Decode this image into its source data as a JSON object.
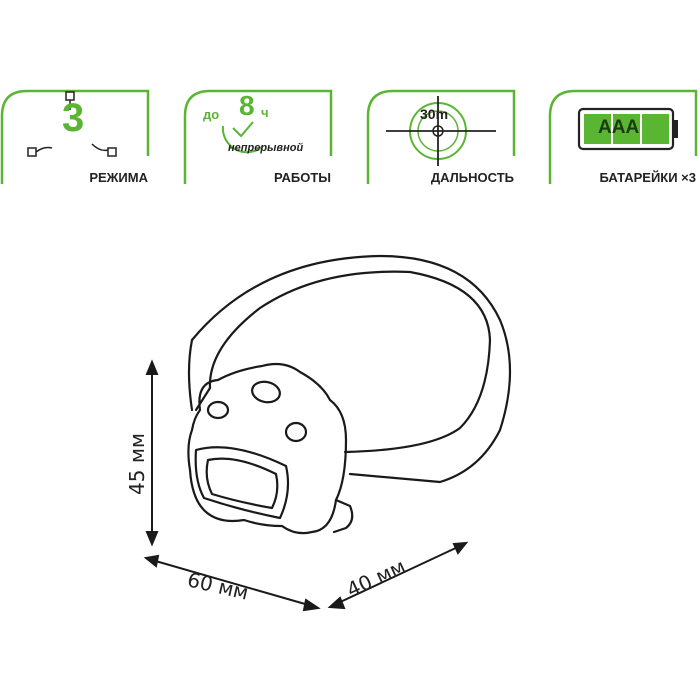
{
  "badges": {
    "modes": {
      "number": "3",
      "label": "РЕЖИМА"
    },
    "runtime": {
      "prefix": "до",
      "hours": "8",
      "unit": "ч",
      "sub": "непрерывной",
      "label": "РАБОТЫ"
    },
    "range": {
      "value": "30m",
      "label": "ДАЛЬНОСТЬ"
    },
    "battery": {
      "type": "AAA",
      "label": "БАТАРЕЙКИ ×3"
    }
  },
  "dimensions": {
    "height": "45 мм",
    "width": "60 мм",
    "depth": "40 мм"
  },
  "colors": {
    "accent": "#5ab533",
    "outline": "#1a1a1a"
  }
}
